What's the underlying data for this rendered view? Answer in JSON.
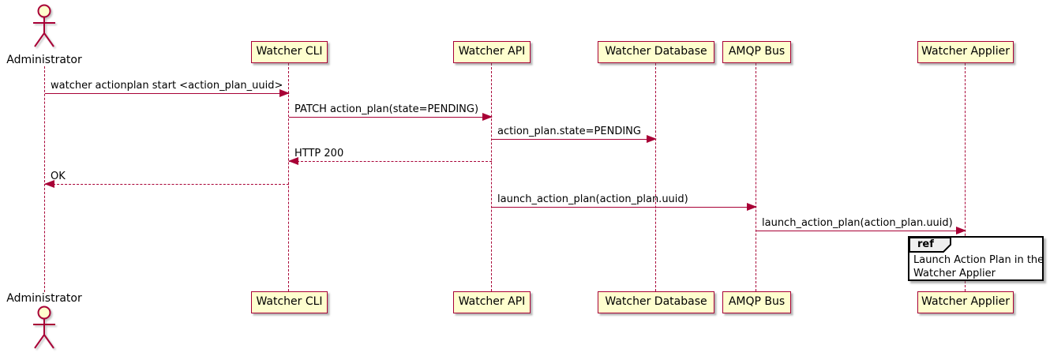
{
  "colors": {
    "line": "#A80036",
    "participant-fill": "#FEFECE",
    "participant-border": "#A80036",
    "text": "#000000",
    "ref-fill": "#EEEEEE",
    "ref-border": "#000000",
    "bg": "#FFFFFF"
  },
  "actor": {
    "top_label": "Administrator",
    "bottom_label": "Administrator"
  },
  "participants_top": [
    "Watcher CLI",
    "Watcher API",
    "Watcher Database",
    "AMQP Bus",
    "Watcher Applier"
  ],
  "participants_bottom": [
    "Watcher CLI",
    "Watcher API",
    "Watcher Database",
    "AMQP Bus",
    "Watcher Applier"
  ],
  "messages": [
    {
      "from": "Administrator",
      "to": "Watcher CLI",
      "label": "watcher actionplan start <action_plan_uuid>",
      "style": "solid",
      "direction": "right"
    },
    {
      "from": "Watcher CLI",
      "to": "Watcher API",
      "label": "PATCH action_plan(state=PENDING)",
      "style": "solid",
      "direction": "right"
    },
    {
      "from": "Watcher API",
      "to": "Watcher Database",
      "label": "action_plan.state=PENDING",
      "style": "solid",
      "direction": "right"
    },
    {
      "from": "Watcher API",
      "to": "Watcher CLI",
      "label": "HTTP 200",
      "style": "dashed",
      "direction": "left"
    },
    {
      "from": "Watcher CLI",
      "to": "Administrator",
      "label": "OK",
      "style": "dashed",
      "direction": "left"
    },
    {
      "from": "Watcher API",
      "to": "AMQP Bus",
      "label": "launch_action_plan(action_plan.uuid)",
      "style": "solid",
      "direction": "right"
    },
    {
      "from": "AMQP Bus",
      "to": "Watcher Applier",
      "label": "launch_action_plan(action_plan.uuid)",
      "style": "solid",
      "direction": "right"
    }
  ],
  "ref": {
    "keyword": "ref",
    "text_line1": "Launch Action Plan in the",
    "text_line2": "Watcher Applier"
  }
}
